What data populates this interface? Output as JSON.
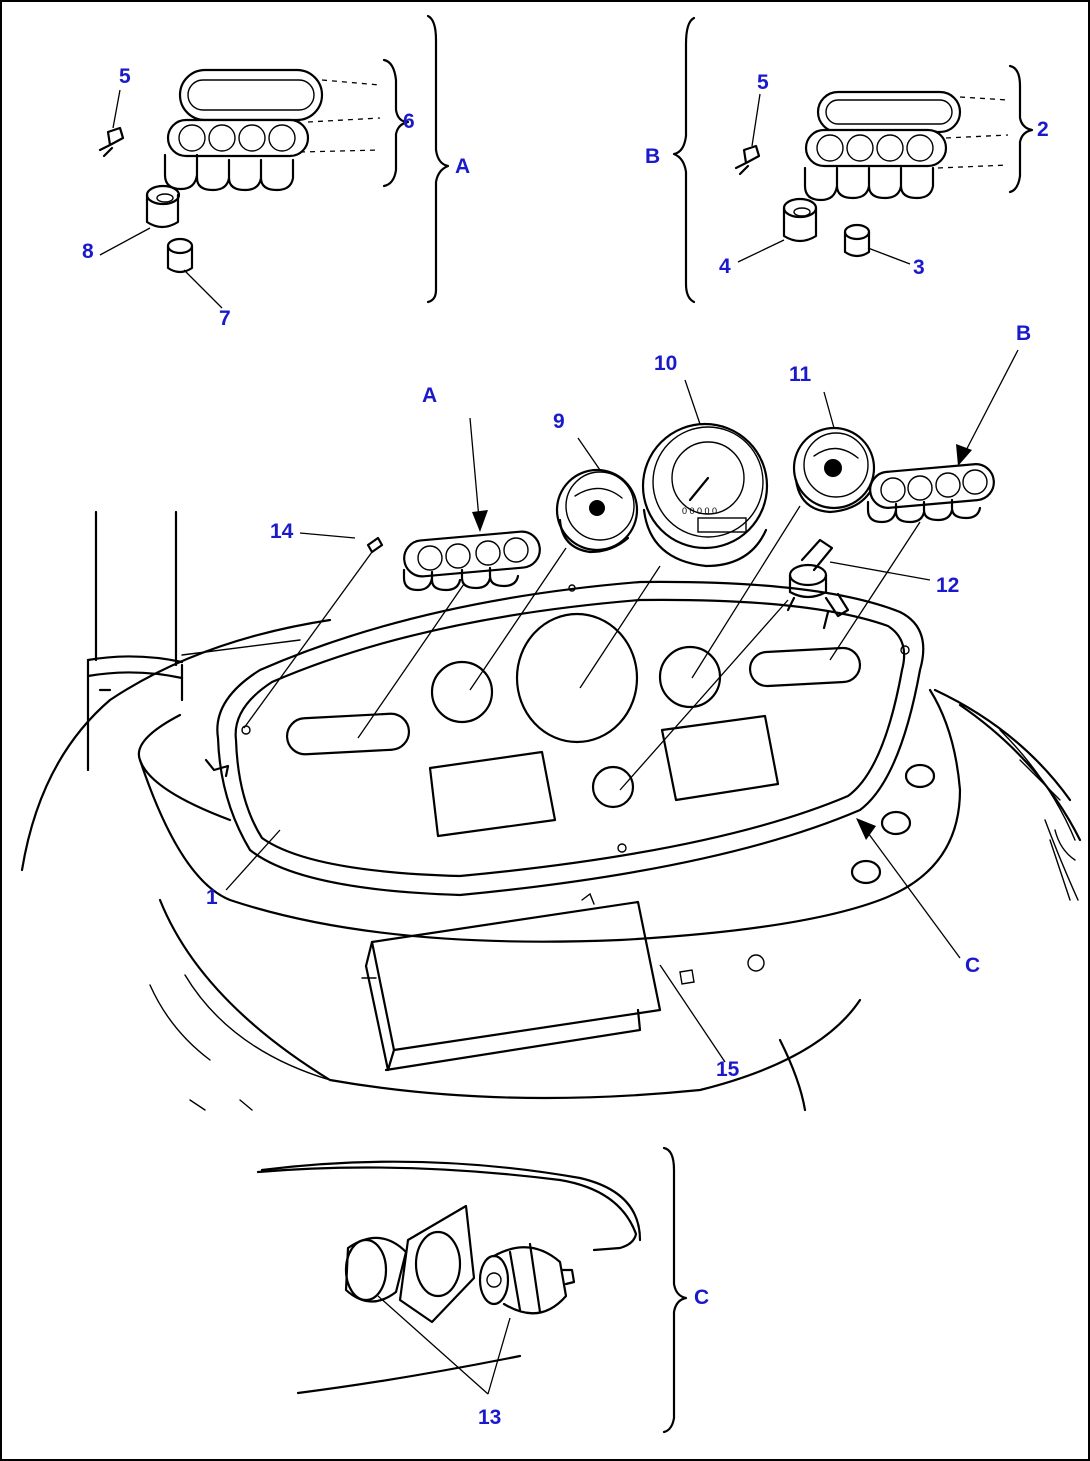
{
  "labels": {
    "n1": "1",
    "n2": "2",
    "n3": "3",
    "n4": "4",
    "n5a": "5",
    "n5b": "5",
    "n6": "6",
    "n7": "7",
    "n8": "8",
    "n9": "9",
    "n10": "10",
    "n11": "11",
    "n12": "12",
    "n13": "13",
    "n14": "14",
    "n15": "15",
    "A_group": "A",
    "B_group": "B",
    "A_arrow": "A",
    "B_arrow": "B",
    "C_arrow": "C",
    "C_group": "C"
  },
  "colors": {
    "callout": "#1a1acc",
    "line": "#000000"
  }
}
